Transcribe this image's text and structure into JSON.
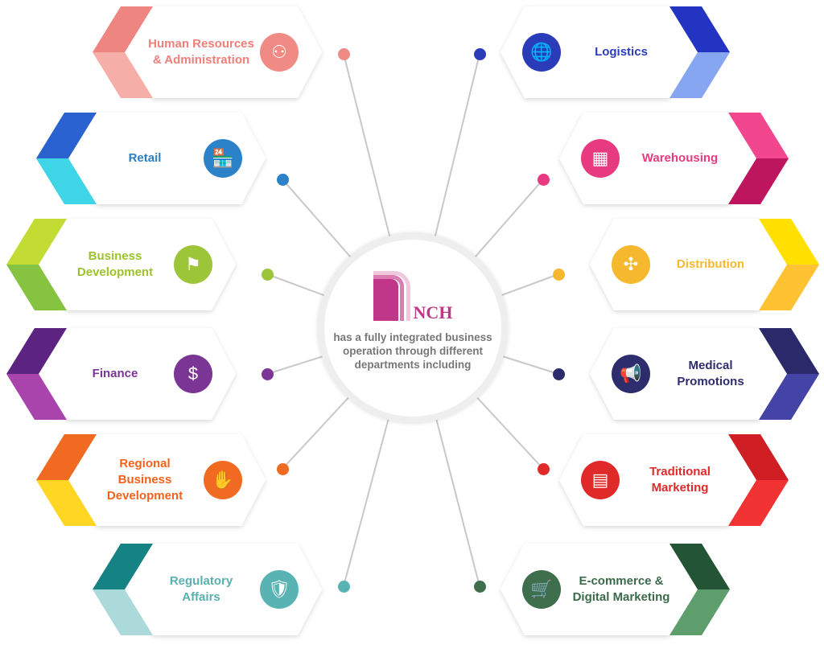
{
  "center": {
    "logo_text": "NCH",
    "tagline": [
      "has a fully integrated business",
      "operation through different",
      "departments including"
    ]
  },
  "departments": [
    {
      "side": "left",
      "lines": [
        "Human Resources",
        "& Administration"
      ],
      "icon": "org-chart-icon",
      "glyph": "⚇",
      "color_top": "#ef8580",
      "color_bottom": "#f5aea8",
      "text_color": "#ef7f7a",
      "icon_bg": "#f08a84"
    },
    {
      "side": "left",
      "lines": [
        "Retail"
      ],
      "icon": "storefront-icon",
      "glyph": "🏪",
      "color_top": "#2a62cf",
      "color_bottom": "#3ed6e6",
      "text_color": "#2a7fc5",
      "icon_bg": "#2c82c9"
    },
    {
      "side": "left",
      "lines": [
        "Business",
        "Development"
      ],
      "icon": "growth-stairs-icon",
      "glyph": "⚑",
      "color_top": "#c2dc34",
      "color_bottom": "#86c340",
      "text_color": "#9cc22c",
      "icon_bg": "#9cc53a"
    },
    {
      "side": "left",
      "lines": [
        "Finance"
      ],
      "icon": "money-coins-icon",
      "glyph": "$",
      "color_top": "#5c2480",
      "color_bottom": "#a844ac",
      "text_color": "#7b3594",
      "icon_bg": "#7b3594"
    },
    {
      "side": "left",
      "lines": [
        "Regional",
        "Business",
        "Development"
      ],
      "icon": "handshake-icon",
      "glyph": "✋",
      "color_top": "#f06a22",
      "color_bottom": "#ffd624",
      "text_color": "#f0621e",
      "icon_bg": "#f06a22"
    },
    {
      "side": "left",
      "lines": [
        "Regulatory",
        "Affairs"
      ],
      "icon": "document-shield-icon",
      "glyph": "🛡",
      "color_top": "#158383",
      "color_bottom": "#acd9d9",
      "text_color": "#5aafaf",
      "icon_bg": "#5ab3b3"
    },
    {
      "side": "right",
      "lines": [
        "Logistics"
      ],
      "icon": "logistics-globe-icon",
      "glyph": "🌐",
      "color_top": "#2334c2",
      "color_bottom": "#86a6f2",
      "text_color": "#2b3cb8",
      "icon_bg": "#2b3cb8"
    },
    {
      "side": "right",
      "lines": [
        "Warehousing"
      ],
      "icon": "warehouse-icon",
      "glyph": "▦",
      "color_top": "#f2468f",
      "color_bottom": "#be165e",
      "text_color": "#e83a80",
      "icon_bg": "#e83a80"
    },
    {
      "side": "right",
      "lines": [
        "Distribution"
      ],
      "icon": "distribution-box-icon",
      "glyph": "✣",
      "color_top": "#ffe000",
      "color_bottom": "#ffc232",
      "text_color": "#f5b82e",
      "icon_bg": "#f5b82e"
    },
    {
      "side": "right",
      "lines": [
        "Medical",
        "Promotions"
      ],
      "icon": "megaphone-icon",
      "glyph": "📢",
      "color_top": "#2a2a6a",
      "color_bottom": "#4444a6",
      "text_color": "#2d2d6e",
      "icon_bg": "#2d2d6e"
    },
    {
      "side": "right",
      "lines": [
        "Traditional",
        "Marketing"
      ],
      "icon": "brochure-icon",
      "glyph": "▤",
      "color_top": "#cf1f25",
      "color_bottom": "#f23333",
      "text_color": "#e02a2a",
      "icon_bg": "#e02a2a"
    },
    {
      "side": "right",
      "lines": [
        "E-commerce &",
        "Digital Marketing"
      ],
      "icon": "mobile-cart-icon",
      "glyph": "🛒",
      "color_top": "#245436",
      "color_bottom": "#5e9e6c",
      "text_color": "#3a6a4a",
      "icon_bg": "#3f6e4c"
    }
  ]
}
